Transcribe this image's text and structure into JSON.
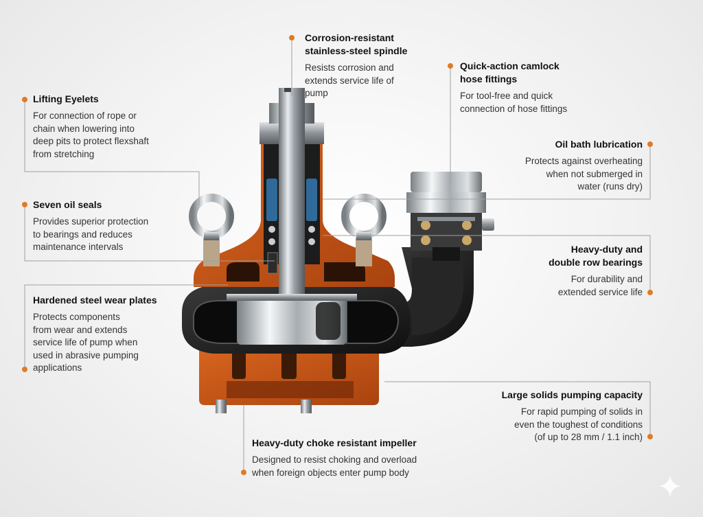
{
  "callouts": {
    "lifting_eyelets": {
      "title": "Lifting Eyelets",
      "lines": [
        "For connection of rope or",
        "chain when lowering into",
        "deep pits to protect flexshaft",
        "from stretching"
      ]
    },
    "seven_oil_seals": {
      "title": "Seven oil seals",
      "lines": [
        "Provides superior protection",
        "to bearings and reduces",
        "maintenance intervals"
      ]
    },
    "wear_plates": {
      "title": "Hardened steel wear plates",
      "lines": [
        "Protects components",
        "from wear and extends",
        "service life of pump when",
        "used in abrasive pumping",
        "applications"
      ]
    },
    "spindle": {
      "title_lines": [
        "Corrosion-resistant",
        "stainless-steel spindle"
      ],
      "lines": [
        "Resists corrosion and",
        "extends service life of",
        "pump"
      ]
    },
    "camlock": {
      "title_lines": [
        "Quick-action camlock",
        "hose fittings"
      ],
      "lines": [
        "For tool-free and quick",
        "connection of hose fittings"
      ]
    },
    "oil_bath": {
      "title": "Oil bath lubrication",
      "lines": [
        "Protects against overheating",
        "when not submerged in",
        "water (runs dry)"
      ]
    },
    "bearings": {
      "title_lines": [
        "Heavy-duty and",
        "double row bearings"
      ],
      "lines": [
        "For durability and",
        "extended service life"
      ]
    },
    "solids": {
      "title": "Large solids pumping capacity",
      "lines": [
        "For rapid pumping of solids in",
        "even the toughest of conditions",
        "(of up to 28 mm / 1.1 inch)"
      ]
    },
    "impeller": {
      "title": "Heavy-duty choke resistant impeller",
      "lines": [
        "Designed to resist choking and overload",
        "when foreign objects enter pump body"
      ]
    }
  },
  "colors": {
    "accent": "#E07B24",
    "housing_orange": "#C8531A",
    "leader_line": "#A0A0A0",
    "volute_black": "#1A1A1A",
    "steel": "#B8BCC0"
  },
  "icons": {
    "watermark": "sparkle-icon"
  }
}
